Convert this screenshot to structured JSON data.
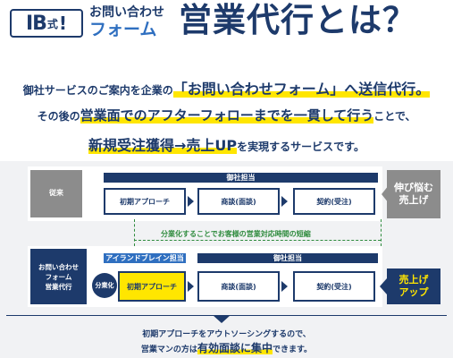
{
  "header": {
    "logo_ib": "IB",
    "logo_shiki": "式",
    "logo_bang": "!",
    "sub_line1": "お問い合わせ",
    "sub_line2": "フォーム",
    "main_title": "営業代行とは？"
  },
  "intro": {
    "line1_pre": "御社サービスのご案内を企業の",
    "line1_hl": "「お問い合わせフォーム」へ送信代行。",
    "line2_pre": "その後の",
    "line2_hl": "営業面でのアフターフォローまでを一貫して行う",
    "line2_post": "ことで、",
    "line3_hl": "新規受注獲得→売上UP",
    "line3_post": "を実現するサービスです。"
  },
  "diagram": {
    "conventional": {
      "label": "従来",
      "owner_bar": "御社担当",
      "steps": [
        "初期アプローチ",
        "商談(面談)",
        "契約(受注)"
      ],
      "outcome": "伸び悩む\n売上げ"
    },
    "note": "分業化することでお客様の営業対応時間の短縮",
    "form_agency": {
      "label": "お問い合わせ\nフォーム\n営業代行",
      "owner_bar_left": "アイランドブレイン担当",
      "owner_bar_right": "御社担当",
      "badge": "分業化",
      "steps": [
        "初期アプローチ",
        "商談(面談)",
        "契約(受注)"
      ],
      "outcome": "売上げ\nアップ"
    }
  },
  "footer": {
    "line1": "初期アプローチをアウトソーシングするので、",
    "line2_pre": "営業マンの方は",
    "line2_hl": "有効面談に集中",
    "line2_post": "できます。"
  },
  "colors": {
    "navy": "#1d3a6b",
    "blue": "#2f6fc0",
    "yellow": "#ffe600",
    "gray": "#8c8c8c",
    "green": "#2e8b3d"
  }
}
